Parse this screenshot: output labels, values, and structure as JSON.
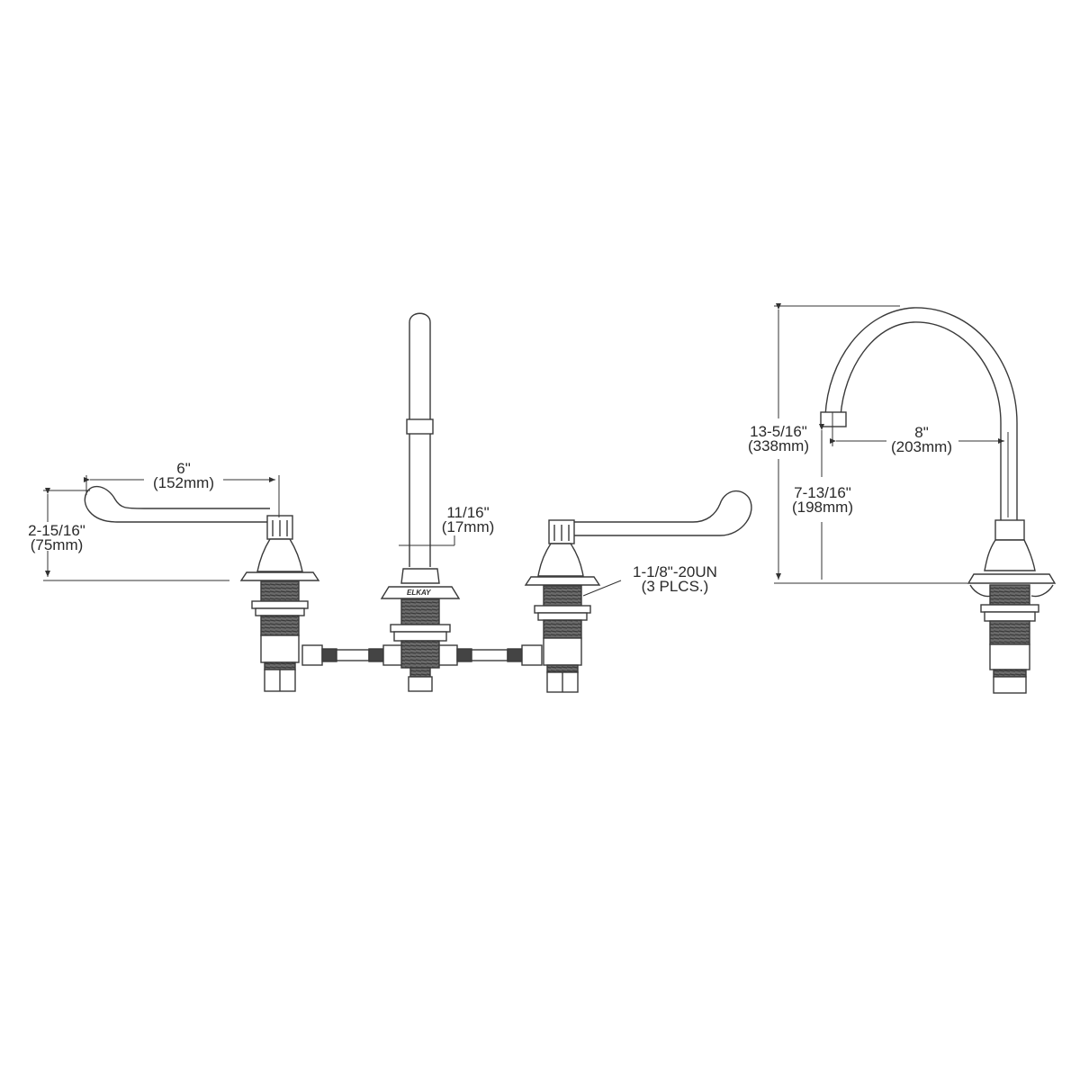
{
  "diagram": {
    "type": "technical-drawing",
    "subject": "Widespread faucet with gooseneck spout and wristblade handles",
    "views": [
      {
        "name": "front-view",
        "description": "Front elevation of 3-hole faucet"
      },
      {
        "name": "side-view",
        "description": "Side elevation of gooseneck spout"
      }
    ],
    "brand_mark": "ELKAY"
  },
  "dimensions": {
    "handle_length": {
      "imperial": "6\"",
      "metric": "(152mm)"
    },
    "handle_height": {
      "imperial": "2-15/16\"",
      "metric": "(75mm)"
    },
    "spout_diameter": {
      "imperial": "11/16\"",
      "metric": "(17mm)"
    },
    "thread_spec": {
      "imperial": "1-1/8\"-20UN",
      "metric": "(3 PLCS.)"
    },
    "spout_height": {
      "imperial": "13-5/16\"",
      "metric": "(338mm)"
    },
    "spout_reach": {
      "imperial": "8\"",
      "metric": "(203mm)"
    },
    "spout_clearance": {
      "imperial": "7-13/16\"",
      "metric": "(198mm)"
    }
  },
  "colors": {
    "line": "#3a3a3a",
    "thread_fill": "#5a5a5a",
    "background": "#ffffff"
  }
}
